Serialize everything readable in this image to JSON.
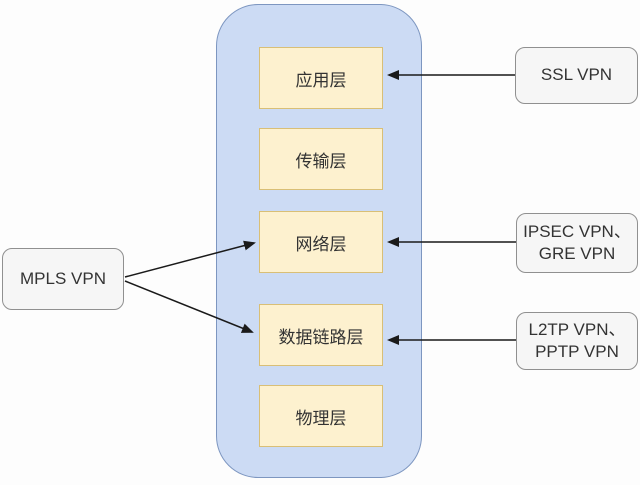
{
  "diagram": {
    "description": "VPN technologies mapped to network stack layers",
    "stack": {
      "layers": [
        {
          "id": "application",
          "label": "应用层"
        },
        {
          "id": "transport",
          "label": "传输层"
        },
        {
          "id": "network",
          "label": "网络层"
        },
        {
          "id": "datalink",
          "label": "数据链路层"
        },
        {
          "id": "physical",
          "label": "物理层"
        }
      ]
    },
    "vpn_nodes": [
      {
        "id": "mpls",
        "label": "MPLS VPN",
        "targets": [
          "network",
          "datalink"
        ]
      },
      {
        "id": "ssl",
        "label": "SSL VPN",
        "targets": [
          "application"
        ]
      },
      {
        "id": "ipsec_gre",
        "label": "IPSEC VPN、GRE VPN",
        "line1": "IPSEC VPN、",
        "line2": "GRE VPN",
        "targets": [
          "network"
        ]
      },
      {
        "id": "l2tp_pptp",
        "label": "L2TP VPN、PPTP VPN",
        "line1": "L2TP VPN、",
        "line2": "PPTP VPN",
        "targets": [
          "datalink"
        ]
      }
    ],
    "colors": {
      "container_fill": "#ccdbf4",
      "container_border": "#7d96c0",
      "layer_fill": "#fdf1cf",
      "layer_border": "#d9bf76",
      "node_fill": "#f6f6f6",
      "node_border": "#909090",
      "arrow": "#1a1a1a",
      "text": "#333333"
    }
  }
}
